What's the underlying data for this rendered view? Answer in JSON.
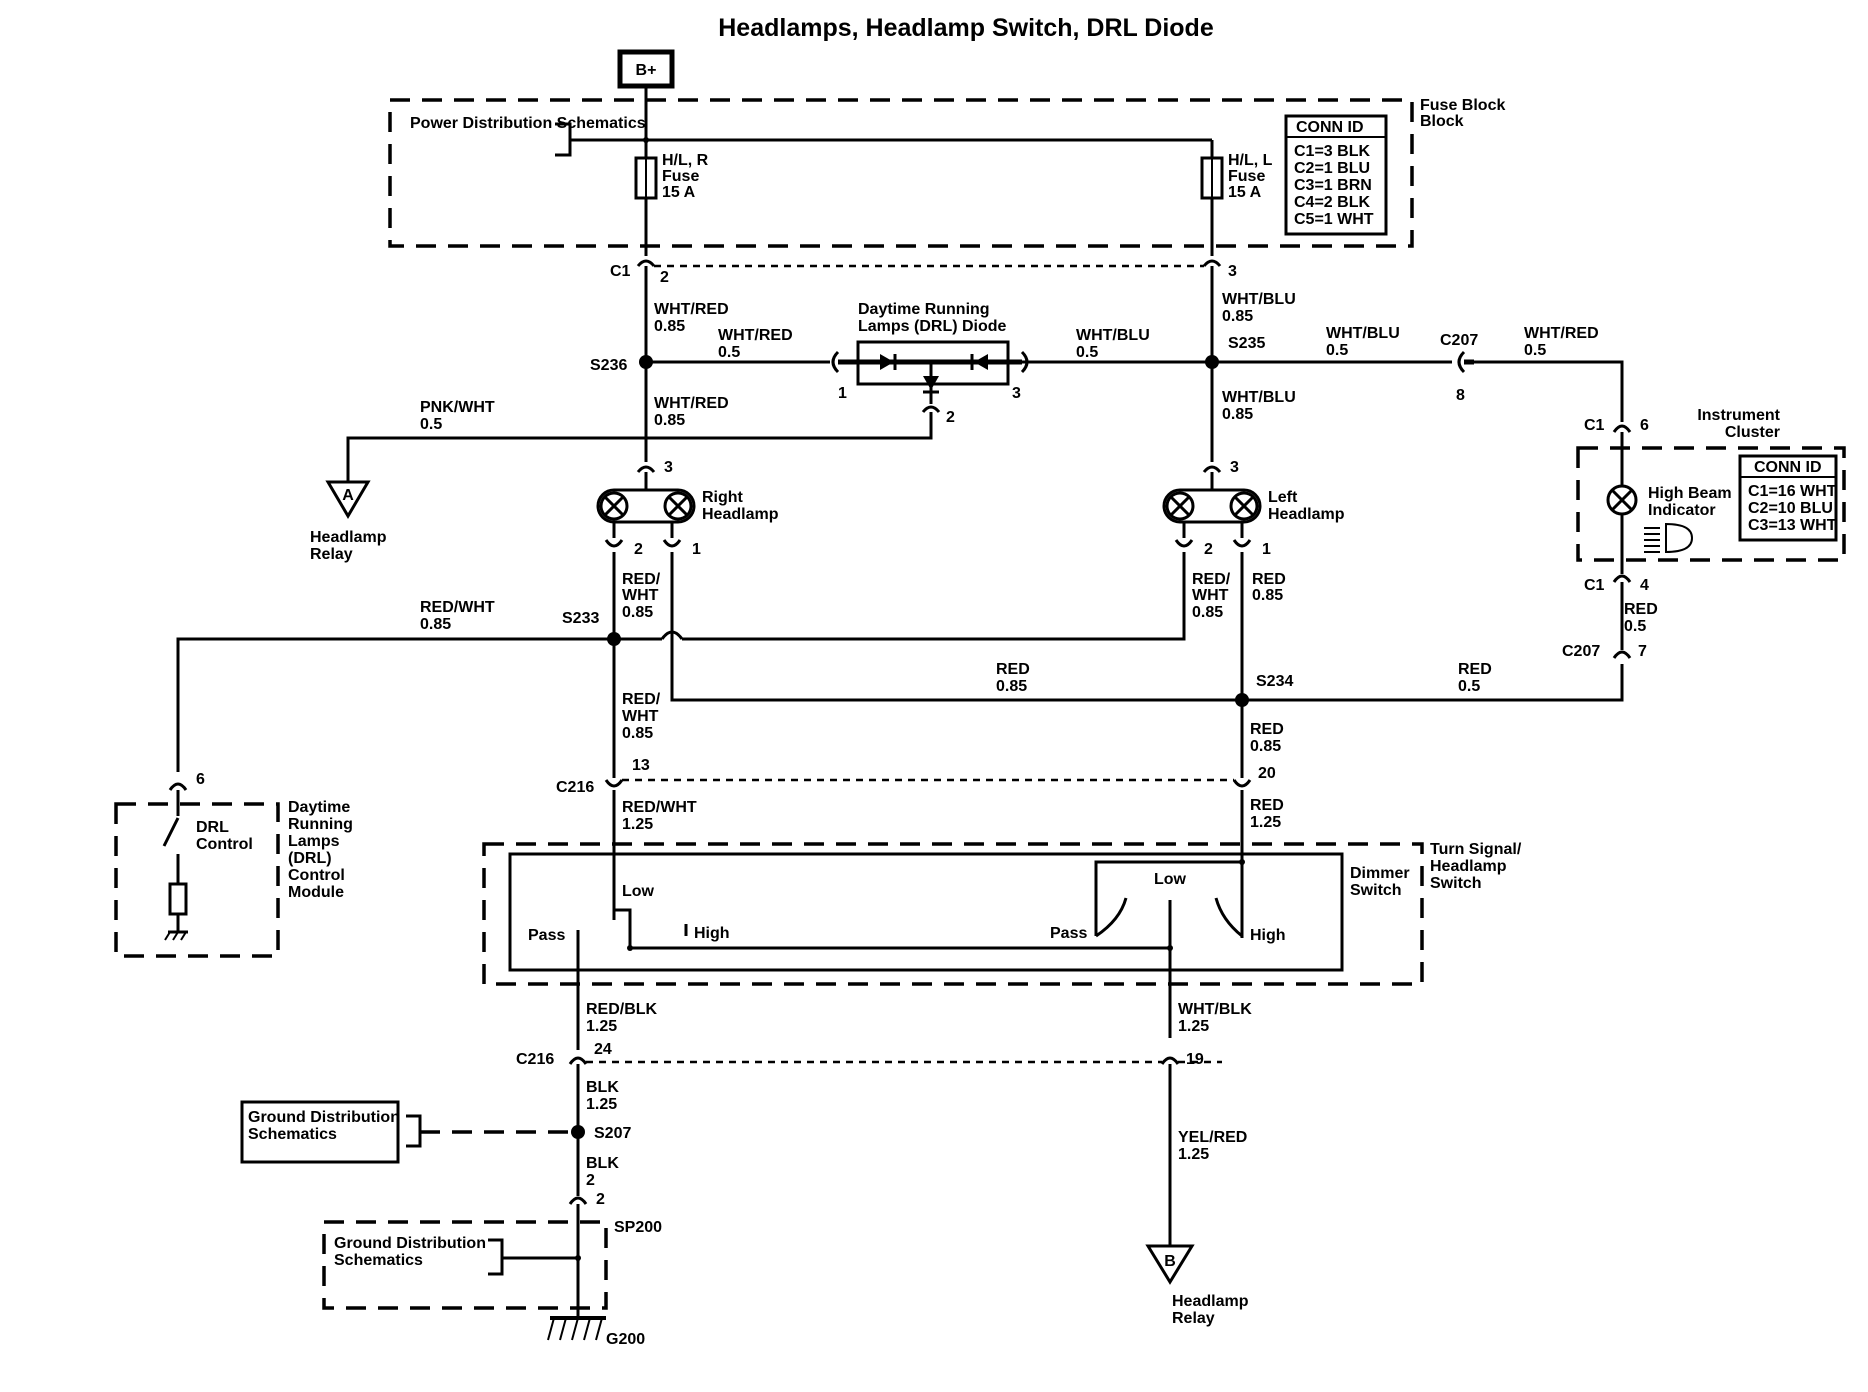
{
  "title": "Headlamps, Headlamp Switch, DRL Diode",
  "power": {
    "source": "B+"
  },
  "fuse_block": {
    "name": "Fuse Block",
    "ref_schematic": "Power Distribution Schematics",
    "fuse_right": {
      "name": "H/L, R",
      "kind": "Fuse",
      "rating": "15 A"
    },
    "fuse_left": {
      "name": "H/L, L",
      "kind": "Fuse",
      "rating": "15 A"
    },
    "conn_id": {
      "title": "CONN ID",
      "rows": [
        "C1=3 BLK",
        "C2=1 BLU",
        "C3=1 BRN",
        "C4=2 BLK",
        "C5=1 WHT"
      ]
    }
  },
  "connectors": {
    "c1": "C1",
    "c1_pin2": "2",
    "c1_pin3": "3",
    "c207": "C207",
    "c207_pin8": "8",
    "c207_pin7": "7",
    "ic_c1": "C1",
    "ic_c1_pin6": "6",
    "ic_c1b": "C1",
    "ic_c1_pin4": "4",
    "c216": "C216",
    "c216_pin13": "13",
    "c216_pin20": "20",
    "c216b": "C216",
    "c216_pin24": "24",
    "c216_pin19": "19",
    "drl_pin6": "6",
    "blk_pin2": "2"
  },
  "splices": {
    "s236": "S236",
    "s235": "S235",
    "s233": "S233",
    "s234": "S234",
    "s207": "S207",
    "sp200": "SP200"
  },
  "wires": {
    "wr_085_a": "WHT/RED",
    "wr_085_a_g": "0.85",
    "wr_05": "WHT/RED",
    "wr_05_g": "0.5",
    "wr_085_b": "WHT/RED",
    "wr_085_b_g": "0.85",
    "pw": "PNK/WHT",
    "pw_g": "0.5",
    "wb_085_a": "WHT/BLU",
    "wb_085_a_g": "0.85",
    "wb_05_a": "WHT/BLU",
    "wb_05_a_g": "0.5",
    "wb_05_b": "WHT/BLU",
    "wb_05_b_g": "0.5",
    "wb_085_b": "WHT/BLU",
    "wb_085_b_g": "0.85",
    "wr_ic": "WHT/RED",
    "wr_ic_g": "0.5",
    "rw_left": "RED/WHT",
    "rw_left_g": "0.85",
    "rw_rh_a": "RED/",
    "rw_rh_b": "WHT",
    "rw_rh_g": "0.85",
    "rw_lh_a": "RED/",
    "rw_lh_b": "WHT",
    "rw_lh_g": "0.85",
    "red_lh": "RED",
    "red_lh_g": "0.85",
    "red_ic": "RED",
    "red_ic_g": "0.5",
    "red_mid": "RED",
    "red_mid_g": "0.85",
    "red_right": "RED",
    "red_right_g": "0.5",
    "rw_down_a": "RED/",
    "rw_down_b": "WHT",
    "rw_down_g": "0.85",
    "red_down": "RED",
    "red_down_g": "0.85",
    "rw_125": "RED/WHT",
    "rw_125_g": "1.25",
    "red_125": "RED",
    "red_125_g": "1.25",
    "rb_125": "RED/BLK",
    "rb_125_g": "1.25",
    "wbk_125": "WHT/BLK",
    "wbk_125_g": "1.25",
    "blk_125": "BLK",
    "blk_125_g": "1.25",
    "blk_2": "BLK",
    "blk_2_g": "2",
    "yr_125": "YEL/RED",
    "yr_125_g": "1.25"
  },
  "drl_diode": {
    "line1": "Daytime Running",
    "line2": "Lamps (DRL) Diode",
    "pin1": "1",
    "pin2": "2",
    "pin3": "3"
  },
  "right_headlamp": {
    "line1": "Right",
    "line2": "Headlamp",
    "pin3": "3",
    "pin2": "2",
    "pin1": "1"
  },
  "left_headlamp": {
    "line1": "Left",
    "line2": "Headlamp",
    "pin3": "3",
    "pin2": "2",
    "pin1": "1"
  },
  "headlamp_relay_a": {
    "letter": "A",
    "line1": "Headlamp",
    "line2": "Relay"
  },
  "headlamp_relay_b": {
    "letter": "B",
    "line1": "Headlamp",
    "line2": "Relay"
  },
  "instrument_cluster": {
    "line1": "Instrument",
    "line2": "Cluster",
    "indicator1": "High Beam",
    "indicator2": "Indicator",
    "conn_id": {
      "title": "CONN ID",
      "rows": [
        "C1=16 WHT",
        "C2=10 BLU",
        "C3=13 WHT"
      ]
    }
  },
  "drl_module": {
    "lines": [
      "Daytime",
      "Running",
      "Lamps",
      "(DRL)",
      "Control",
      "Module"
    ],
    "control1": "DRL",
    "control2": "Control"
  },
  "switch": {
    "line1": "Turn Signal/",
    "line2": "Headlamp",
    "line3": "Switch",
    "dimmer1": "Dimmer",
    "dimmer2": "Switch",
    "low_left": "Low",
    "high_left": "High",
    "pass_left": "Pass",
    "low_right": "Low",
    "pass_right": "Pass",
    "high_right": "High"
  },
  "ground": {
    "ref1_line1": "Ground Distribution",
    "ref1_line2": "Schematics",
    "ref2_line1": "Ground Distribution",
    "ref2_line2": "Schematics",
    "g200": "G200"
  }
}
